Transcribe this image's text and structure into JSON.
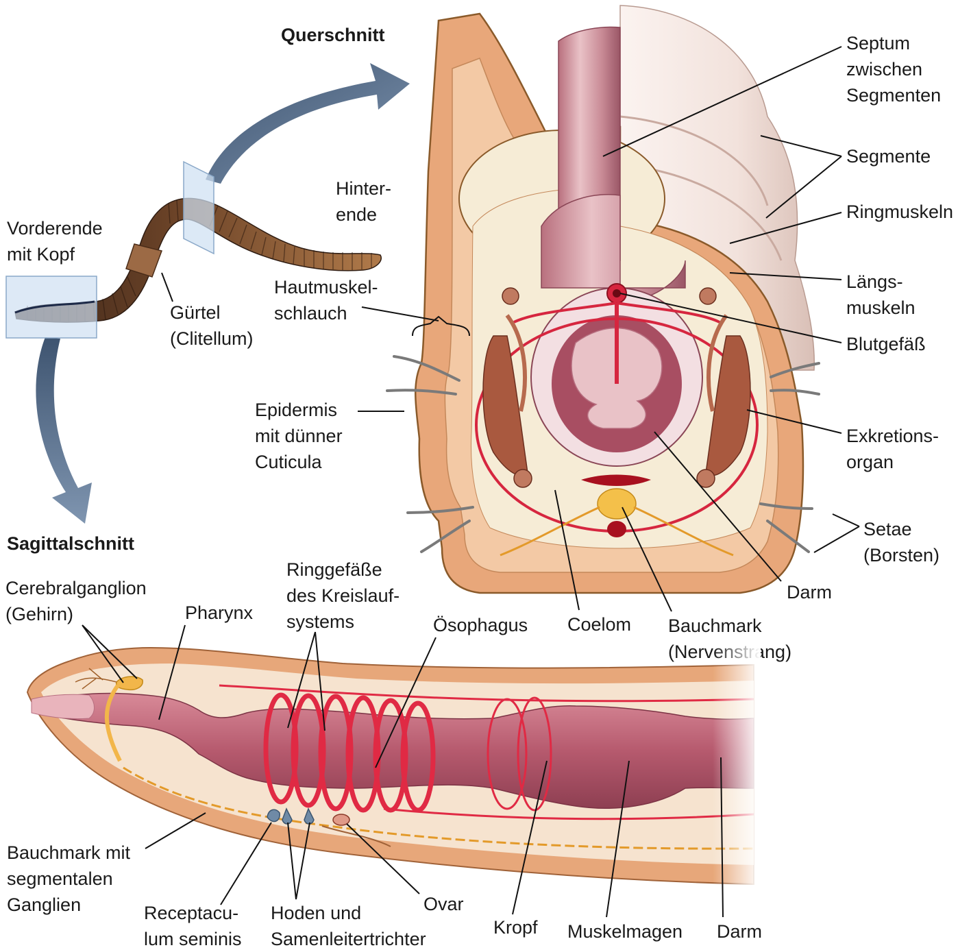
{
  "headings": {
    "cross_section": "Querschnitt",
    "sagittal_section": "Sagittalschnitt"
  },
  "labels": {
    "front_end": [
      "Vorderende",
      "mit Kopf"
    ],
    "girdle": [
      "Gürtel",
      "(Clitellum)"
    ],
    "rear_end": [
      "Hinter-",
      "ende"
    ],
    "body_wall": [
      "Hautmuskel-",
      "schlauch"
    ],
    "epidermis": [
      "Epidermis",
      "mit dünner",
      "Cuticula"
    ],
    "septum": [
      "Septum",
      "zwischen",
      "Segmenten"
    ],
    "segments": [
      "Segmente"
    ],
    "circular_muscles": [
      "Ringmuskeln"
    ],
    "longitudinal_muscles": [
      "Längs-",
      "muskeln"
    ],
    "blood_vessel": [
      "Blutgefäß"
    ],
    "excretory_organ": [
      "Exkretions-",
      "organ"
    ],
    "setae": [
      "Setae",
      "(Borsten)"
    ],
    "gut_cross": [
      "Darm"
    ],
    "coelom": [
      "Coelom"
    ],
    "ventral_cord": [
      "Bauchmark",
      "(Nervenstrang)"
    ],
    "cerebral_ganglion": [
      "Cerebralganglion",
      "(Gehirn)"
    ],
    "pharynx": [
      "Pharynx"
    ],
    "ring_vessels": [
      "Ringgefäße",
      "des Kreislauf-",
      "systems"
    ],
    "oesophagus": [
      "Ösophagus"
    ],
    "ventral_cord_ganglia": [
      "Bauchmark mit",
      "segmentalen",
      "Ganglien"
    ],
    "receptaculum": [
      "Receptacu-",
      "lum seminis"
    ],
    "testes": [
      "Hoden und",
      "Samenleitertrichter"
    ],
    "ovary": [
      "Ovar"
    ],
    "crop": [
      "Kropf"
    ],
    "gizzard": [
      "Muskelmagen"
    ],
    "gut_sagittal": [
      "Darm"
    ]
  },
  "colors": {
    "text": "#1a1a1a",
    "body_wall": "#e8a77a",
    "body_wall_outline": "#8a5a2a",
    "muscle_band": "#f3c9a5",
    "segment_ring": "#f2e2dc",
    "septum": "#f6ecd6",
    "gut": "#c98b96",
    "gut_lumen": "#a84e62",
    "blood_vessel": "#d6263f",
    "nerve": "#f4c04a",
    "excretory": "#a9593f",
    "setae": "#7a7a7a",
    "arrow_dark": "#3e5470",
    "arrow_light": "#7f95b0",
    "pane": "#cfe0f2"
  }
}
